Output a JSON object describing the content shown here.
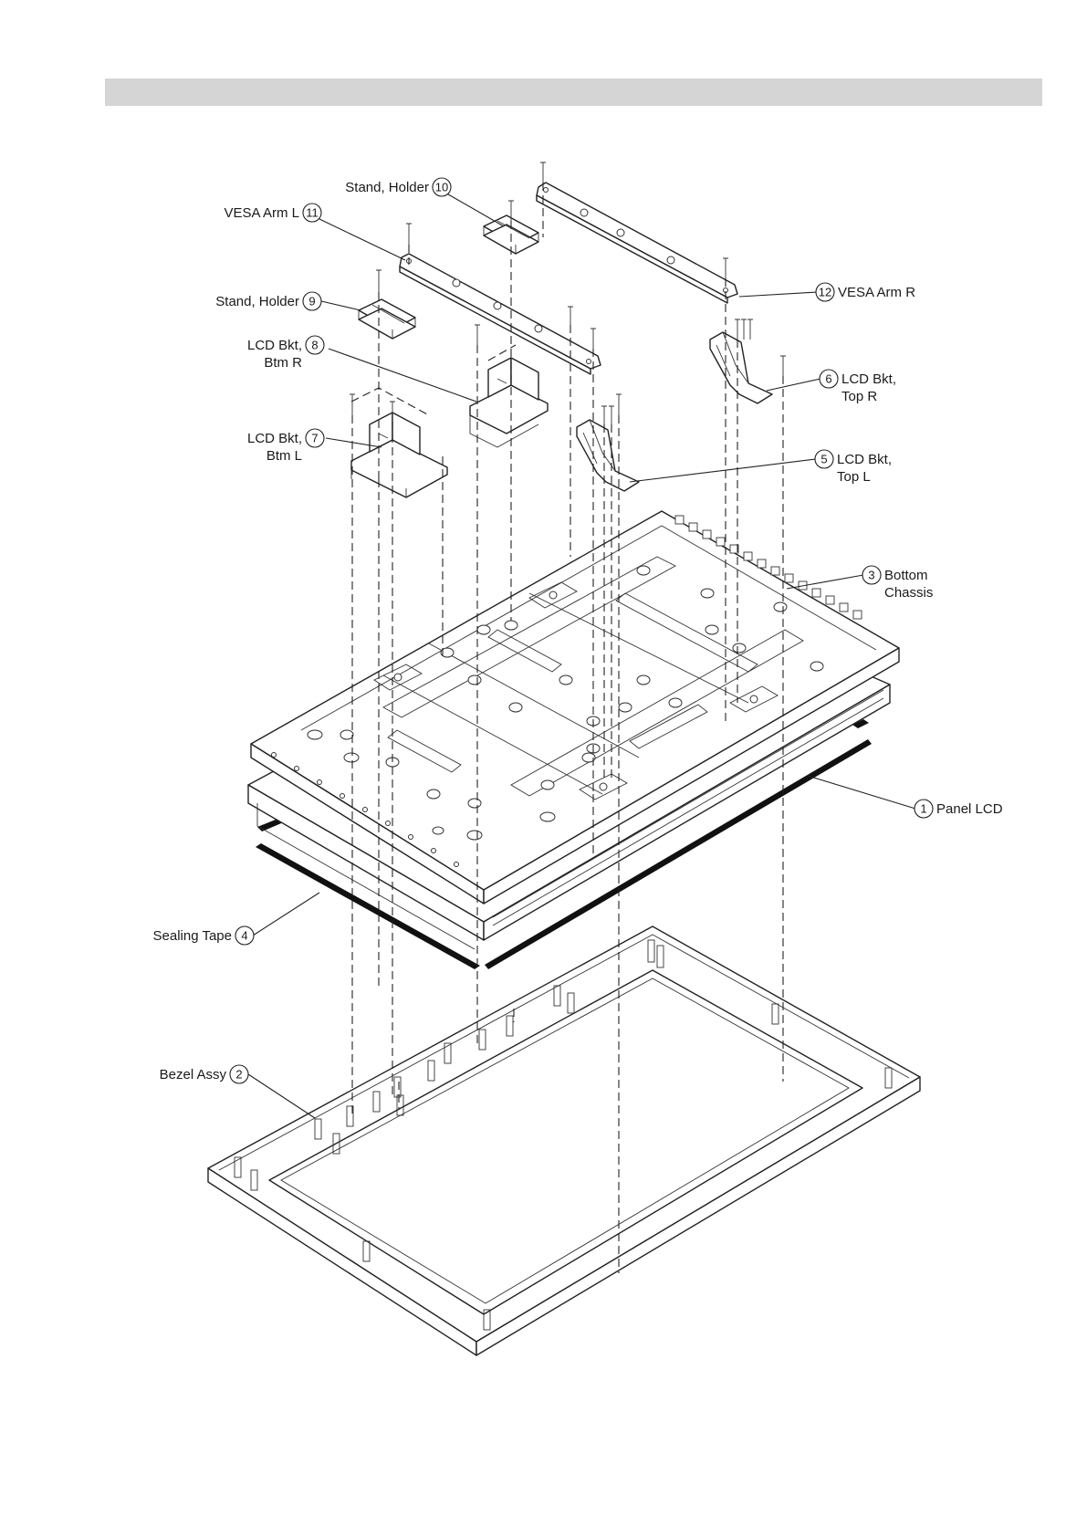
{
  "callouts": [
    {
      "number": "1",
      "lines": [
        "Panel LCD"
      ]
    },
    {
      "number": "2",
      "lines": [
        "Bezel Assy"
      ]
    },
    {
      "number": "3",
      "lines": [
        "Bottom",
        "Chassis"
      ]
    },
    {
      "number": "4",
      "lines": [
        "Sealing Tape"
      ]
    },
    {
      "number": "5",
      "lines": [
        "LCD Bkt,",
        "Top L"
      ]
    },
    {
      "number": "6",
      "lines": [
        "LCD Bkt,",
        "Top R"
      ]
    },
    {
      "number": "7",
      "lines": [
        "LCD Bkt,",
        "Btm L"
      ]
    },
    {
      "number": "8",
      "lines": [
        "LCD Bkt,",
        "Btm R"
      ]
    },
    {
      "number": "9",
      "lines": [
        "Stand, Holder"
      ]
    },
    {
      "number": "10",
      "lines": [
        "Stand, Holder"
      ]
    },
    {
      "number": "11",
      "lines": [
        "VESA Arm L"
      ]
    },
    {
      "number": "12",
      "lines": [
        "VESA Arm R"
      ]
    }
  ],
  "colors": {
    "header_bar": "#d5d5d5",
    "line": "#222222",
    "tape": "#111111"
  }
}
